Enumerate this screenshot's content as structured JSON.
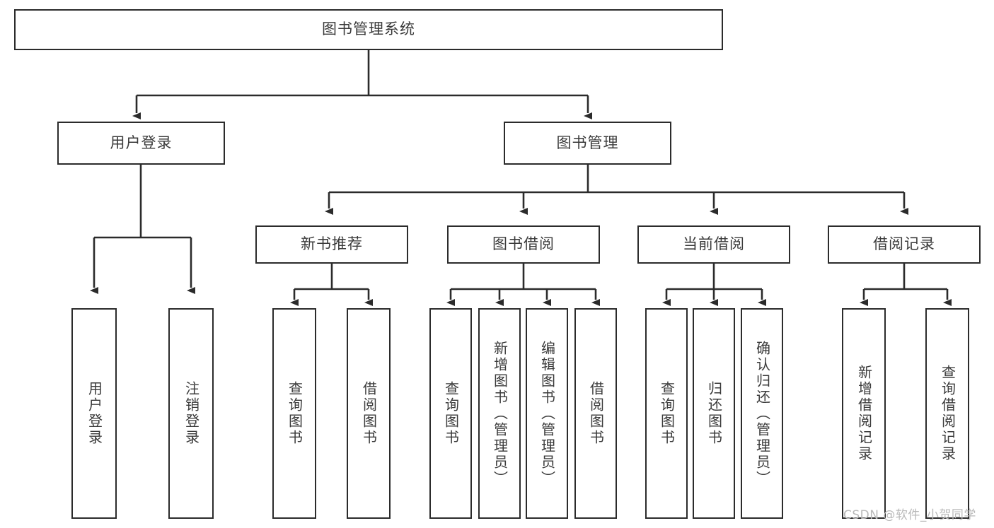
{
  "diagram": {
    "title": "图书管理系统",
    "type": "tree-hierarchy-diagram",
    "colors": {
      "background": "#ffffff",
      "box_border": "#2b2b2b",
      "box_fill": "#ffffff",
      "text": "#3a3a3a",
      "connector": "#2b2b2b",
      "watermark": "#b9b9b9"
    },
    "root": {
      "label": "图书管理系统"
    },
    "level1": [
      {
        "label": "用户登录"
      },
      {
        "label": "图书管理"
      }
    ],
    "level2": [
      {
        "label": "新书推荐"
      },
      {
        "label": "图书借阅"
      },
      {
        "label": "当前借阅"
      },
      {
        "label": "借阅记录"
      }
    ],
    "leaves": {
      "user_login": [
        {
          "label": "用户登录"
        },
        {
          "label": "注销登录"
        }
      ],
      "new_book_recommend": [
        {
          "label": "查询图书"
        },
        {
          "label": "借阅图书"
        }
      ],
      "book_borrow": [
        {
          "label": "查询图书"
        },
        {
          "label": "新增图书（管理员）"
        },
        {
          "label": "编辑图书（管理员）"
        },
        {
          "label": "借阅图书"
        }
      ],
      "current_borrow": [
        {
          "label": "查询图书"
        },
        {
          "label": "归还图书"
        },
        {
          "label": "确认归还（管理员）"
        }
      ],
      "borrow_records": [
        {
          "label": "新增借阅记录"
        },
        {
          "label": "查询借阅记录"
        }
      ]
    },
    "watermark": "CSDN @软件_小贺同学"
  }
}
